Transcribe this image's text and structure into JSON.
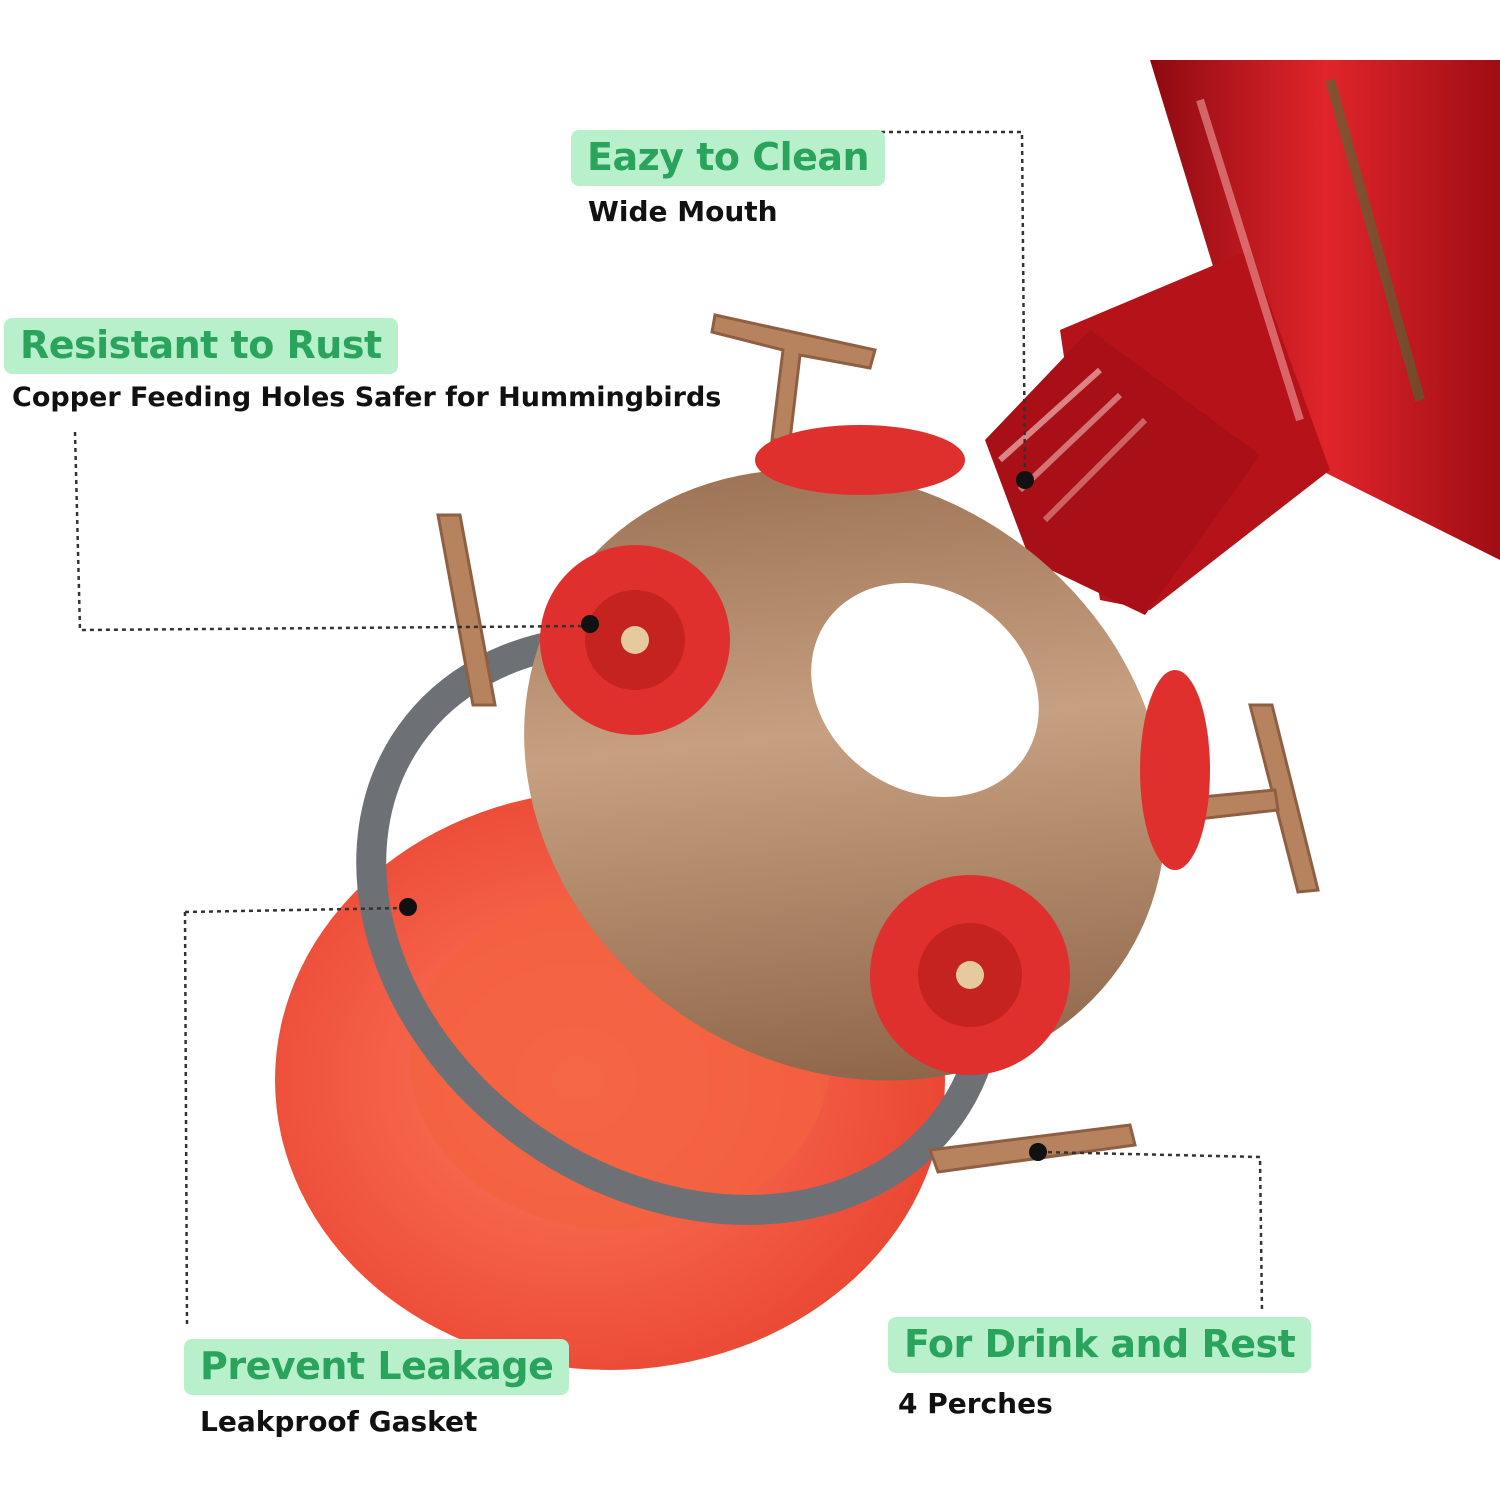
{
  "callouts": {
    "clean": {
      "title": "Eazy to Clean",
      "subtitle": "Wide Mouth"
    },
    "rust": {
      "title": "Resistant to Rust",
      "subtitle": "Copper Feeding Holes Safer for Hummingbirds"
    },
    "leak": {
      "title": "Prevent Leakage",
      "subtitle": "Leakproof Gasket"
    },
    "rest": {
      "title": "For Drink and Rest",
      "subtitle": "4 Perches"
    }
  },
  "colors": {
    "badge_bg": "#b8f0cc",
    "badge_text": "#2aa35c",
    "subtitle_text": "#111111",
    "copper": "#a97e5c",
    "flower_red": "#e0302e",
    "base_orange": "#f4533c",
    "gasket_gray": "#6d7075",
    "bottle_red": "#c8141a"
  }
}
